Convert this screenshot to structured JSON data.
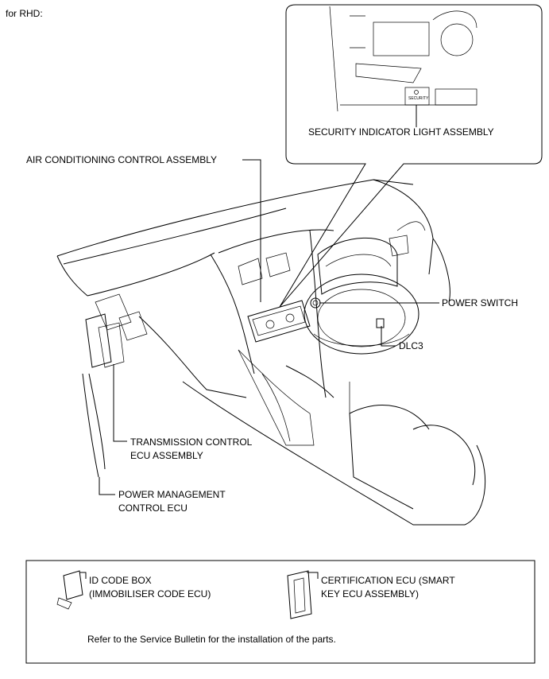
{
  "header": {
    "variant_label": "for RHD:"
  },
  "callout": {
    "security_indicator_label": "SECURITY INDICATOR LIGHT ASSEMBLY",
    "security_text_on_part": "SECURITY"
  },
  "labels": {
    "air_conditioning": "AIR CONDITIONING CONTROL ASSEMBLY",
    "power_switch": "POWER SWITCH",
    "dlc3": "DLC3",
    "transmission_line1": "TRANSMISSION CONTROL",
    "transmission_line2": "ECU ASSEMBLY",
    "power_mgmt_line1": "POWER MANAGEMENT",
    "power_mgmt_line2": "CONTROL ECU"
  },
  "legend": {
    "id_code_line1": "ID CODE BOX",
    "id_code_line2": "(IMMOBILISER CODE ECU)",
    "cert_line1": "CERTIFICATION ECU (SMART",
    "cert_line2": "KEY ECU ASSEMBLY)",
    "note": "Refer to the Service Bulletin for the installation of the parts."
  }
}
